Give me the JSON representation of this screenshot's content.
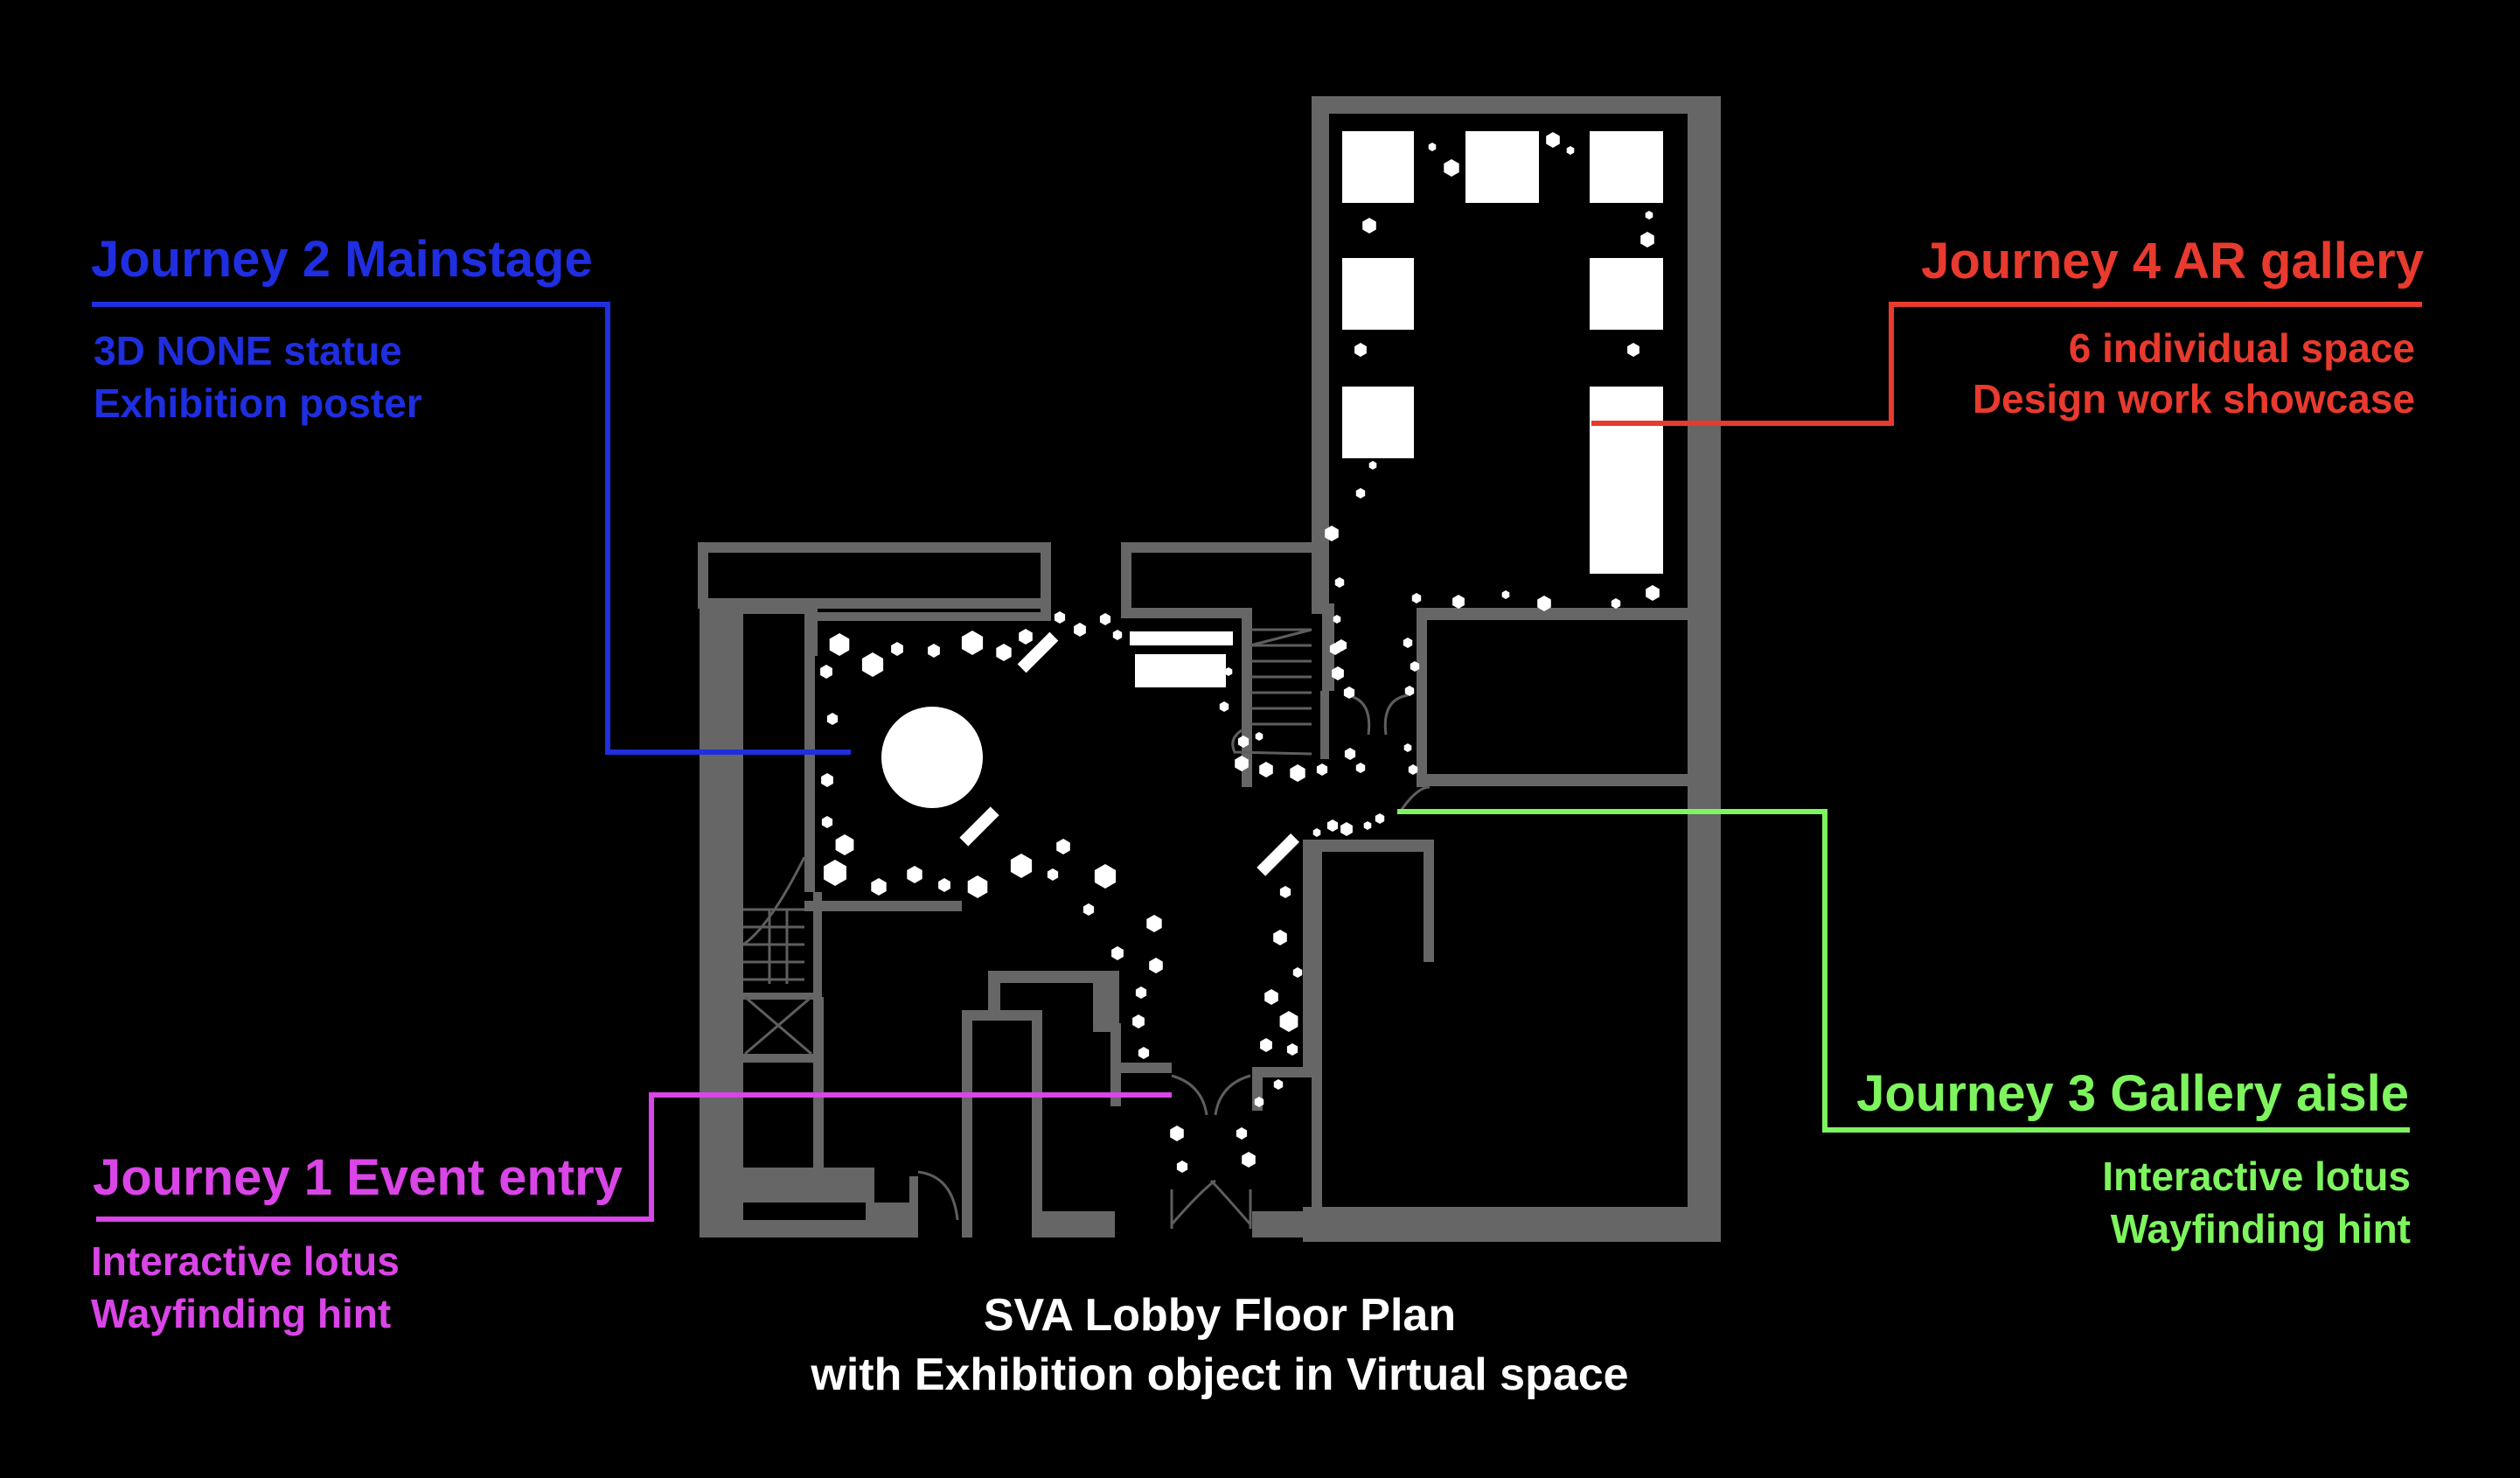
{
  "journeys": {
    "j1": {
      "title": "Journey 1 Event entry",
      "sub1": "Interactive lotus",
      "sub2": "Wayfinding hint",
      "color": "#d945e6"
    },
    "j2": {
      "title": "Journey 2 Mainstage",
      "sub1": "3D NONE statue",
      "sub2": "Exhibition poster",
      "color": "#1f2ee0"
    },
    "j3": {
      "title": "Journey 3 Gallery aisle",
      "sub1": "Interactive lotus",
      "sub2": "Wayfinding hint",
      "color": "#7ef45e"
    },
    "j4": {
      "title": "Journey 4 AR gallery",
      "sub1": "6 individual space",
      "sub2": "Design work showcase",
      "color": "#e83a2e"
    }
  },
  "caption": {
    "line1": "SVA Lobby Floor Plan",
    "line2": "with Exhibition object in Virtual space"
  },
  "colors": {
    "background": "#000000",
    "walls": "#666666",
    "objects": "#ffffff",
    "detail_lines": "#5e5e5e"
  }
}
